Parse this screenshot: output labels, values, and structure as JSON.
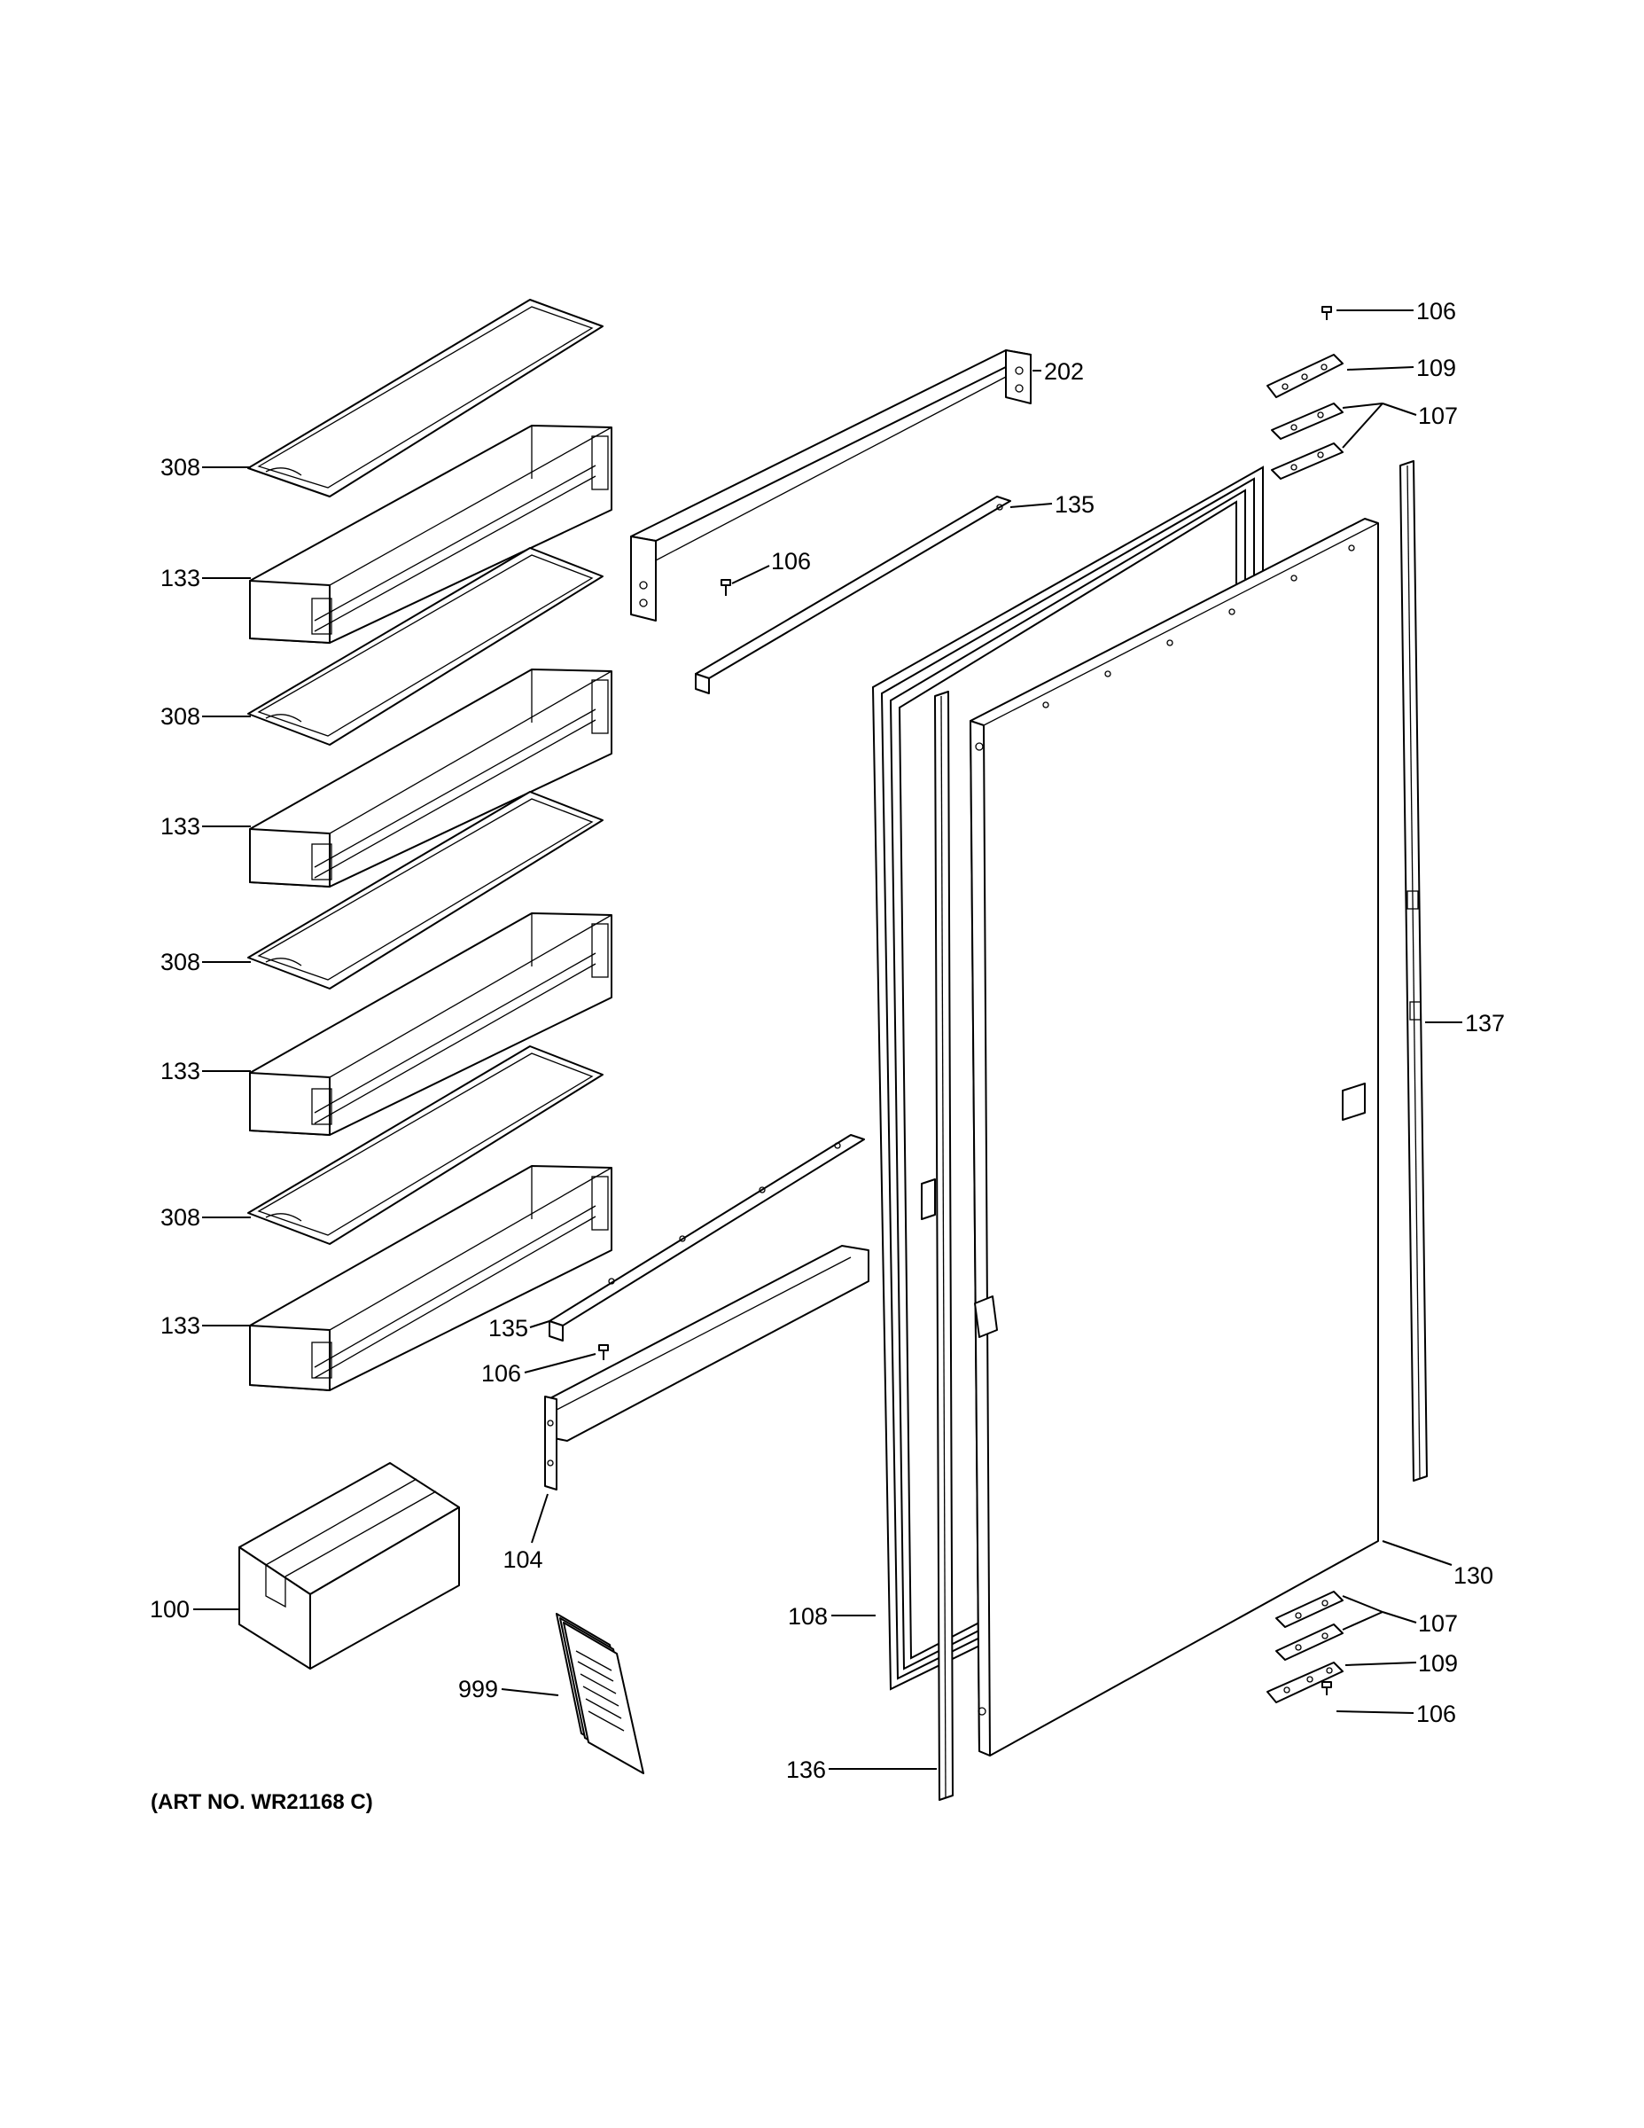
{
  "callouts": {
    "c308_1": "308",
    "c133_1": "133",
    "c308_2": "308",
    "c133_2": "133",
    "c308_3": "308",
    "c133_3": "133",
    "c308_4": "308",
    "c133_4": "133",
    "c202": "202",
    "c135_top": "135",
    "c106_mid": "106",
    "c135_low": "135",
    "c106_low": "106",
    "c104": "104",
    "c100": "100",
    "c999": "999",
    "c106_top": "106",
    "c109_top": "109",
    "c107_top": "107",
    "c137": "137",
    "c130": "130",
    "c108": "108",
    "c136": "136",
    "c107_bot": "107",
    "c109_bot": "109",
    "c106_bot": "106"
  },
  "art_number": "(ART NO. WR21168 C)"
}
